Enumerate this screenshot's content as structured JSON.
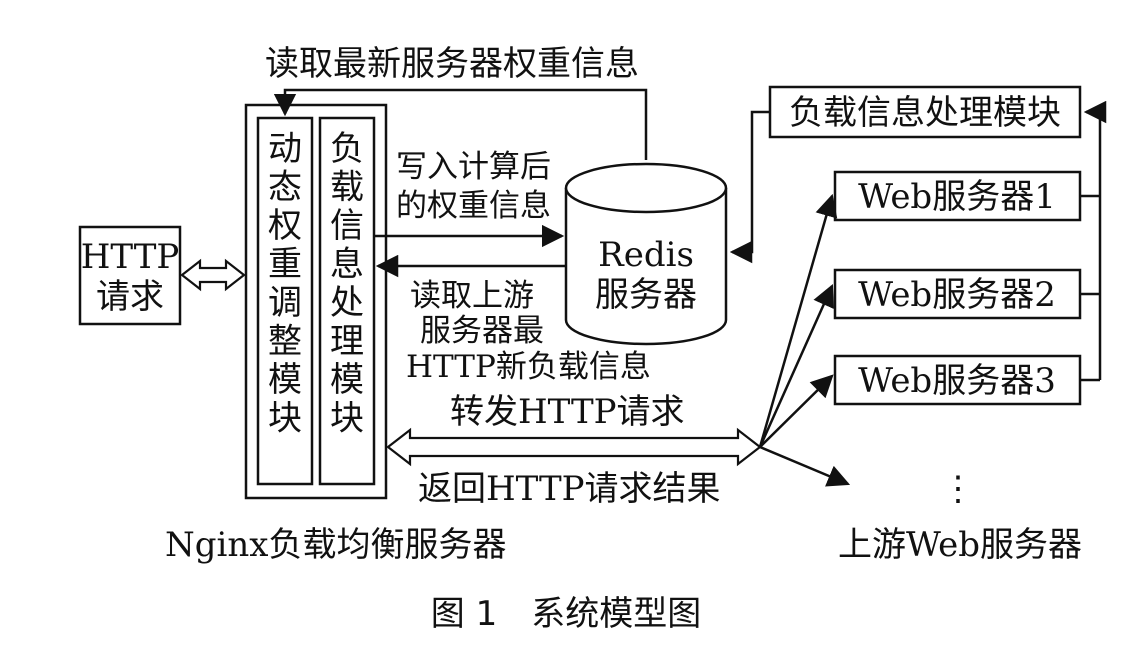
{
  "http_request": {
    "line1": "HTTP",
    "line2": "请求"
  },
  "nginx": {
    "caption": "Nginx负载均衡服务器",
    "dynamic_module": [
      "动",
      "态",
      "权",
      "重",
      "调",
      "整",
      "模",
      "块"
    ],
    "info_module": [
      "负",
      "载",
      "信",
      "息",
      "处",
      "理",
      "模",
      "块"
    ]
  },
  "redis": {
    "line1": "Redis",
    "line2": "服务器"
  },
  "labels": {
    "read_latest": "读取最新服务器权重信息",
    "write_weights_1": "写入计算后",
    "write_weights_2": "的权重信息",
    "read_upstream_1": "读取上游",
    "read_upstream_2": "服务器最",
    "read_upstream_3": "HTTP新负载信息",
    "forward": "转发HTTP请求",
    "return": "返回HTTP请求结果"
  },
  "load_info_module": "负载信息处理模块",
  "web_servers": [
    "Web服务器1",
    "Web服务器2",
    "Web服务器3"
  ],
  "ellipsis": "⋮",
  "upstream_caption": "上游Web服务器",
  "figure_caption": "图 1　系统模型图",
  "colors": {
    "ink": "#111111",
    "background": "#ffffff"
  }
}
